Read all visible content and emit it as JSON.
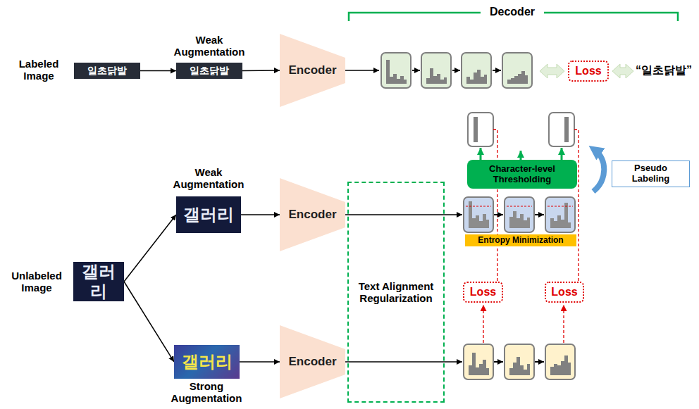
{
  "diagram": {
    "nodes": [
      {
        "text": [
          "일초닭발"
        ]
      },
      {
        "text": [
          "일초닭발"
        ]
      },
      {
        "text": [
          "Encoder"
        ]
      },
      {
        "text": [
          "Loss"
        ]
      },
      {
        "text": [
          "갤러리"
        ]
      },
      {
        "text": [
          "갤러리"
        ]
      },
      {
        "text": [
          "Encoder"
        ]
      },
      {
        "text": [
          "갤러리"
        ]
      },
      {
        "text": [
          "Encoder"
        ]
      },
      {
        "text": [
          "Text Alignment Regularization"
        ]
      },
      {
        "text": [
          "Character-level Thresholding"
        ]
      },
      {
        "text": [
          "Entropy Minimization"
        ]
      },
      {
        "text": [
          "Pseudo Labeling"
        ]
      },
      {
        "text": [
          "Loss"
        ]
      },
      {
        "text": [
          "Loss"
        ]
      }
    ],
    "edges": [
      {
        "from": 0,
        "to": 1,
        "arrow": "to"
      },
      {
        "from": 1,
        "to": 2,
        "arrow": "to"
      },
      {
        "from": 4,
        "to": 5,
        "arrow": "to"
      },
      {
        "from": 4,
        "to": 7,
        "arrow": "to"
      },
      {
        "from": 5,
        "to": 6,
        "arrow": "to"
      },
      {
        "from": 7,
        "to": 8,
        "arrow": "to"
      }
    ],
    "labels": [
      "Decoder",
      "Labeled Image",
      "Weak Augmentation",
      "“일초닭발”",
      "Weak Augmentation",
      "Unlabeled Image",
      "Strong Augmentation"
    ]
  }
}
